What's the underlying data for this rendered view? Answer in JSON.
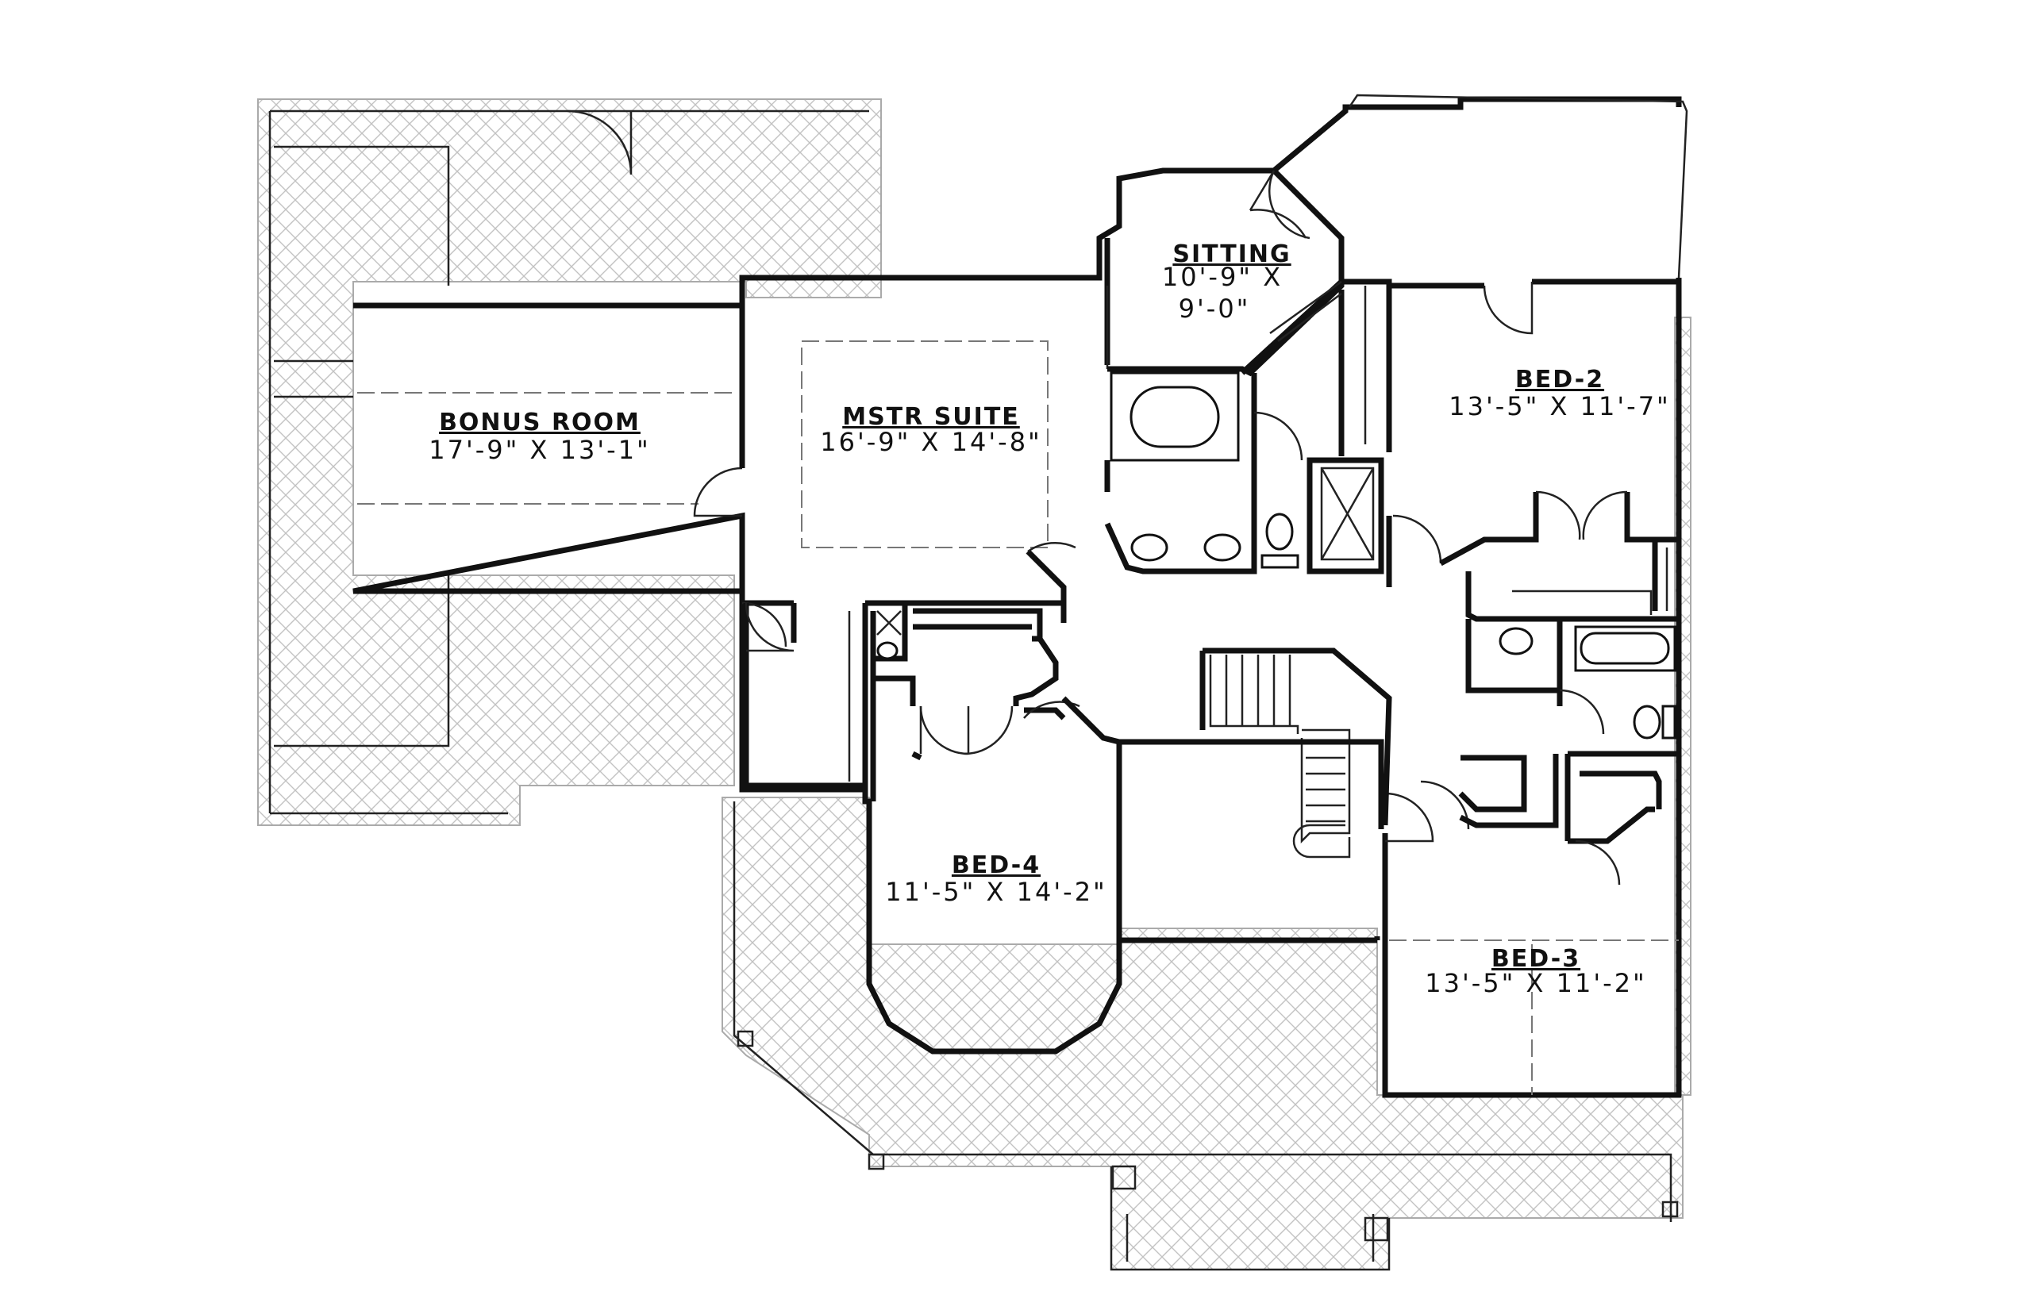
{
  "rooms": {
    "bonus_room": {
      "name": "BONUS ROOM",
      "dims": "17'-9\" X 13'-1\""
    },
    "master_suite": {
      "name": "MSTR SUITE",
      "dims": "16'-9\" X 14'-8\""
    },
    "sitting": {
      "name": "SITTING",
      "dims_line1": "10'-9\" X",
      "dims_line2": "9'-0\""
    },
    "bed_2": {
      "name": "BED-2",
      "dims": "13'-5\" X 11'-7\""
    },
    "bed_3": {
      "name": "BED-3",
      "dims": "13'-5\" X 11'-2\""
    },
    "bed_4": {
      "name": "BED-4",
      "dims": "11'-5\" X 14'-2\""
    }
  },
  "colors": {
    "wall": "#111111",
    "porch_hatch": "#b0b0b0",
    "background": "#ffffff"
  }
}
